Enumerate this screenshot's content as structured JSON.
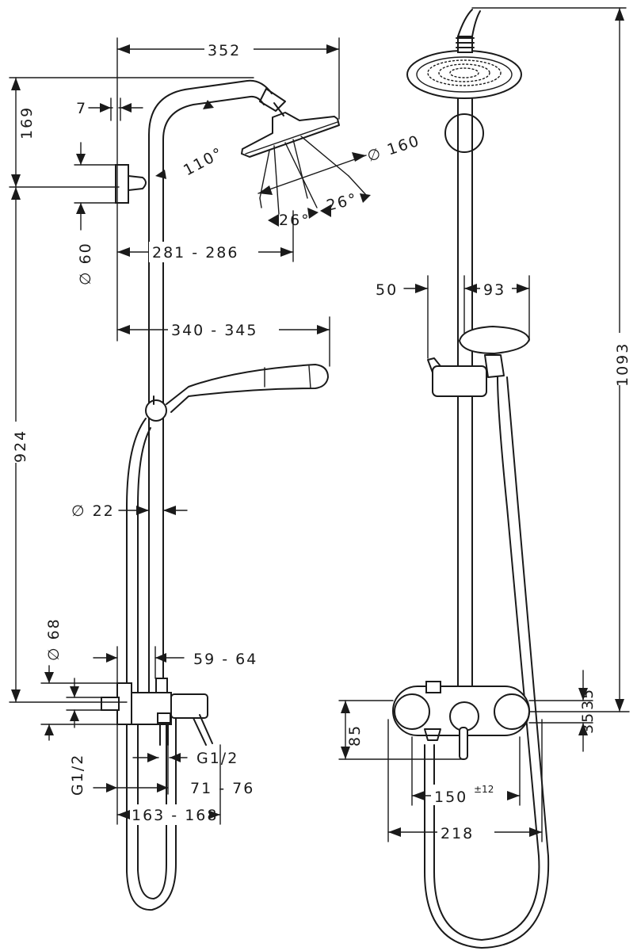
{
  "dimensions": {
    "d352": "352",
    "d7": "7",
    "d169": "169",
    "d110": "110°",
    "d160": "∅ 160",
    "d26a": "26°",
    "d26b": "26°",
    "d60": "∅ 60",
    "d281": "281 - 286",
    "d50": "50",
    "d93": "93",
    "d340": "340 - 345",
    "d1093": "1093",
    "d924": "924",
    "d22": "∅ 22",
    "d68": "∅ 68",
    "d5964": "59 - 64",
    "dG12a": "G1/2",
    "dG12b": "G1/2",
    "d7176": "71 - 76",
    "d163": "163 - 168",
    "d85": "85",
    "d35a": "35",
    "d35b": "35",
    "d150": "150",
    "d150tol": "±12",
    "d218": "218"
  }
}
